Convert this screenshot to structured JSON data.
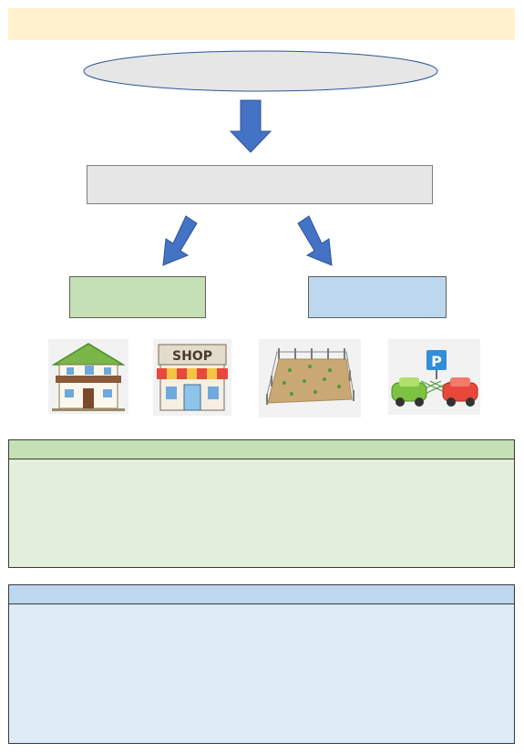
{
  "colors": {
    "banner": "#fff2cc",
    "ellipse": "#e7e6e6",
    "arrow": "#4472c4",
    "gray_box": "#e7e6e6",
    "green_box": "#c5e0b4",
    "blue_box": "#bdd7ee",
    "green_panel_header": "#c5e0b4",
    "green_panel_body": "#e2efda",
    "blue_panel_header": "#bdd7ee",
    "blue_panel_body": "#ddebf7"
  },
  "illustrations": [
    {
      "name": "house",
      "icon": "house-icon"
    },
    {
      "name": "shop",
      "icon": "shop-icon",
      "sign_text": "SHOP"
    },
    {
      "name": "vacant-lot",
      "icon": "fenced-field-icon"
    },
    {
      "name": "parking-lot",
      "icon": "parking-icon",
      "sign_text": "P"
    }
  ]
}
